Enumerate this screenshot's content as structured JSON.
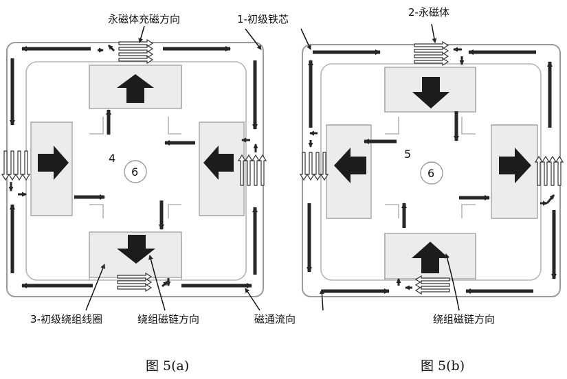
{
  "labels": {
    "magnetization_direction": "永磁体充磁方向",
    "primary_core": "1-初级铁芯",
    "permanent_magnet": "2-永磁体",
    "primary_winding_coil": "3-初级绕组线圈",
    "winding_flux_direction_a": "绕组磁链方向",
    "flux_flow_direction": "磁通流向",
    "winding_flux_direction_b": "绕组磁链方向"
  },
  "captions": {
    "a": "图 5(a)",
    "b": "图 5(b)"
  },
  "numbers": {
    "a_region": "4",
    "a_center": "6",
    "b_region": "5",
    "b_center": "6"
  },
  "colors": {
    "outline": "#9a9a9a",
    "arrow": "#262626",
    "pole": "#ececec",
    "center": "#ffffff"
  }
}
